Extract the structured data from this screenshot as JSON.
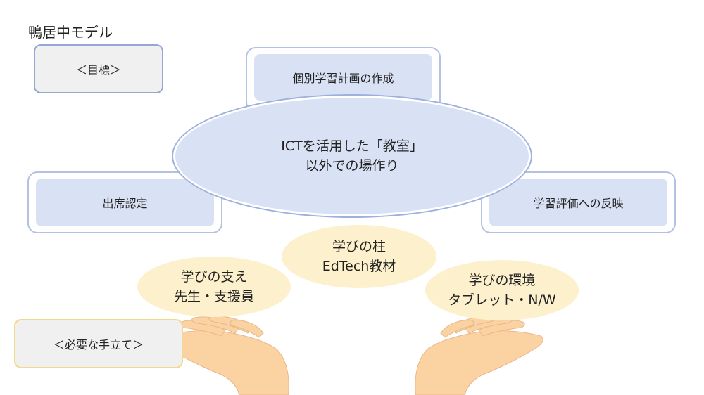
{
  "title": "鴨居中モデル",
  "goal_label": "＜目標＞",
  "needs_label": "＜必要な手立て＞",
  "center": {
    "line1": "ICTを活用した「教室」",
    "line2": "以外での場作り"
  },
  "outcomes": {
    "top": "個別学習計画の作成",
    "left": "出席認定",
    "right": "学習評価への反映"
  },
  "supports": {
    "left": {
      "line1": "学びの支え",
      "line2": "先生・支援員"
    },
    "middle": {
      "line1": "学びの柱",
      "line2": "EdTech教材"
    },
    "right": {
      "line1": "学びの環境",
      "line2": "タブレット・N/W"
    }
  },
  "colors": {
    "frame_border": "#b3c1e3",
    "frame_fill": "#d9e1f4",
    "pill_fill": "#fdf0cc",
    "hand_fill": "#fbd3a3",
    "goal_border": "#93a8d6",
    "needs_border": "#f1d98e"
  }
}
